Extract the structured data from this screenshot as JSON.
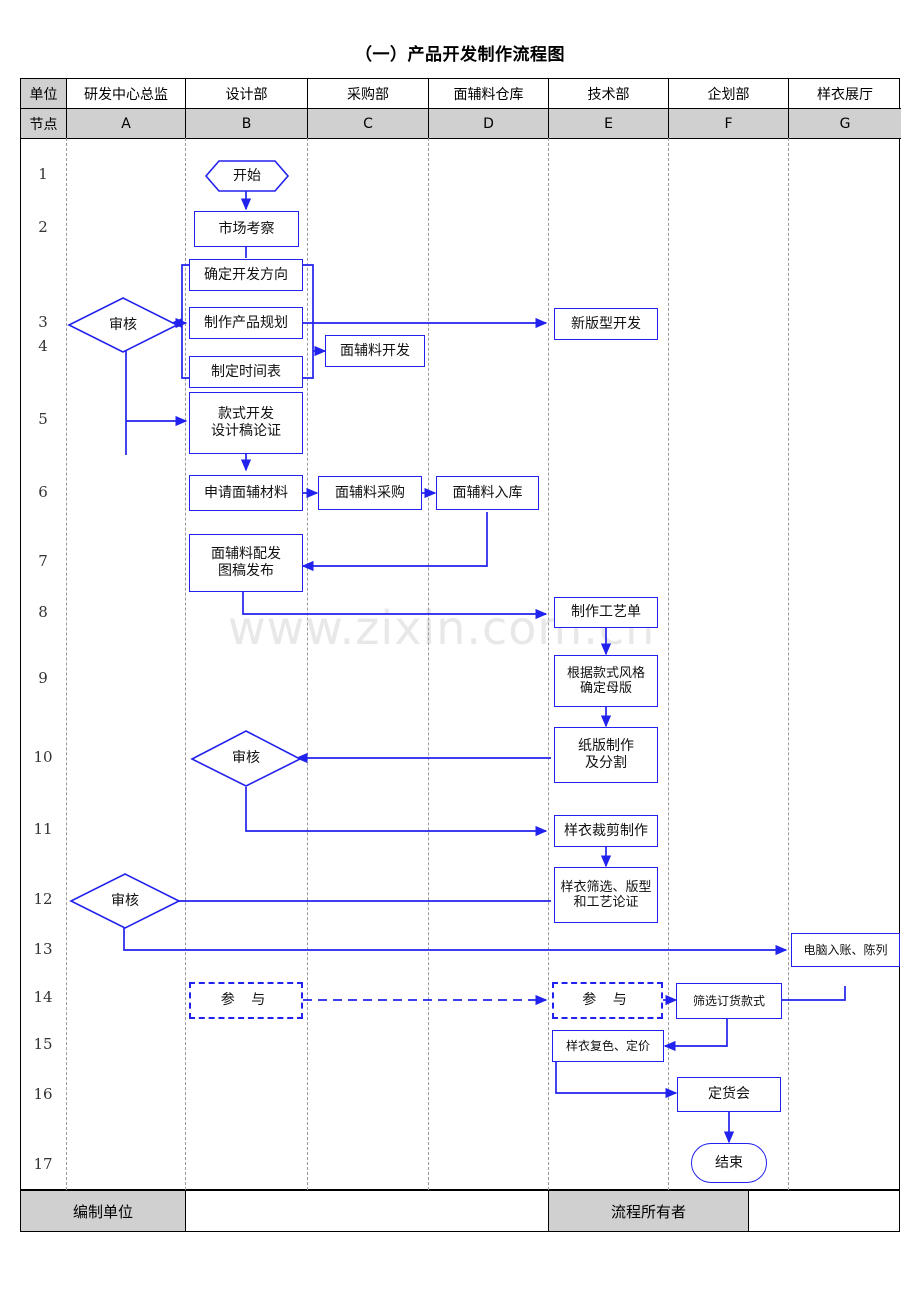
{
  "title": "（一）产品开发制作流程图",
  "watermark": "www.zixin.com.cn",
  "table": {
    "row_label_unit": "单位",
    "row_label_node": "节点",
    "departments": [
      "研发中心总监",
      "设计部",
      "采购部",
      "面辅料仓库",
      "技术部",
      "企划部",
      "样衣展厅"
    ],
    "node_codes": [
      "A",
      "B",
      "C",
      "D",
      "E",
      "F",
      "G"
    ]
  },
  "row_numbers": [
    "1",
    "2",
    "3",
    "4",
    "5",
    "6",
    "7",
    "8",
    "9",
    "10",
    "11",
    "12",
    "13",
    "14",
    "15",
    "16",
    "17"
  ],
  "footer": {
    "compiling_unit_label": "编制单位",
    "compiling_unit_value": "",
    "process_owner_label": "流程所有者",
    "process_owner_value": ""
  },
  "colors": {
    "flow_line": "#2222ee",
    "header_fill": "#d0d0d0",
    "lane_separator": "#9a9a9a",
    "watermark": "#e8e8e8"
  },
  "nodes": {
    "start": "开始",
    "market_research": "市场考察",
    "review_1": "审核",
    "confirm_direction": "确定开发方向",
    "make_product_plan": "制作产品规划",
    "make_schedule": "制定时间表",
    "fabric_development": "面辅料开发",
    "new_pattern_development": "新版型开发",
    "style_dev_line1": "款式开发",
    "style_dev_line2": "设计稿论证",
    "apply_materials": "申请面辅材料",
    "materials_purchase": "面辅料采购",
    "materials_warehousing": "面辅料入库",
    "materials_dist_line1": "面辅料配发",
    "materials_dist_line2": "图稿发布",
    "make_process_sheet": "制作工艺单",
    "mother_pattern_line1": "根据款式风格",
    "mother_pattern_line2": "确定母版",
    "paper_pattern_line1": "纸版制作",
    "paper_pattern_line2": "及分割",
    "review_2": "审核",
    "sample_cutting": "样衣裁剪制作",
    "sample_select_line1": "样衣筛选、版型",
    "sample_select_line2": "和工艺论证",
    "review_3": "审核",
    "computer_entry": "电脑入账、陈列",
    "participate_b": "参 与",
    "participate_e": "参 与",
    "select_order_styles": "筛选订货款式",
    "sample_recolor_price": "样衣复色、定价",
    "order_meeting": "定货会",
    "end": "结束"
  }
}
